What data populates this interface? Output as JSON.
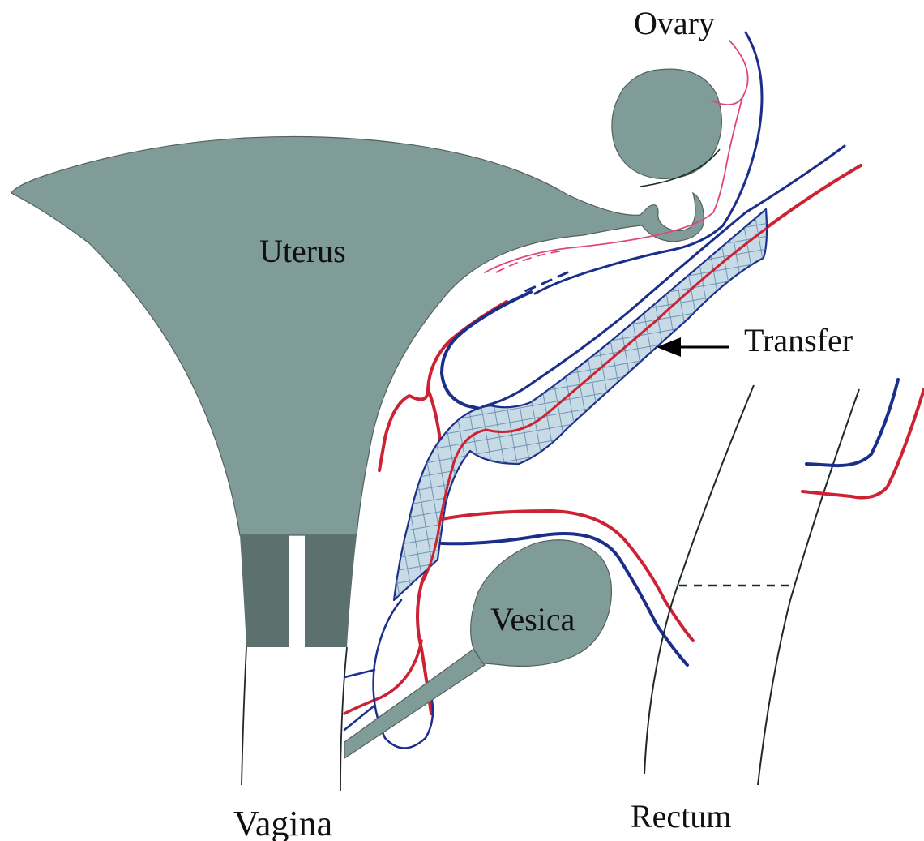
{
  "labels": {
    "ovary": "Ovary",
    "uterus": "Uterus",
    "transfer": "Transfer",
    "vesica": "Vesica",
    "vagina": "Vagina",
    "rectum": "Rectum"
  },
  "colors": {
    "organ": "#7f9c98",
    "organ_dark": "#5c706e",
    "artery": "#cc2233",
    "vein": "#1a2e8a",
    "ovarian_artery": "#e0457a",
    "graft_fill": "#c7dbe6",
    "graft_mesh": "#5f86a8",
    "outline": "#1f2a28"
  },
  "icons": {
    "transfer_pointer": "arrow-left-icon"
  }
}
